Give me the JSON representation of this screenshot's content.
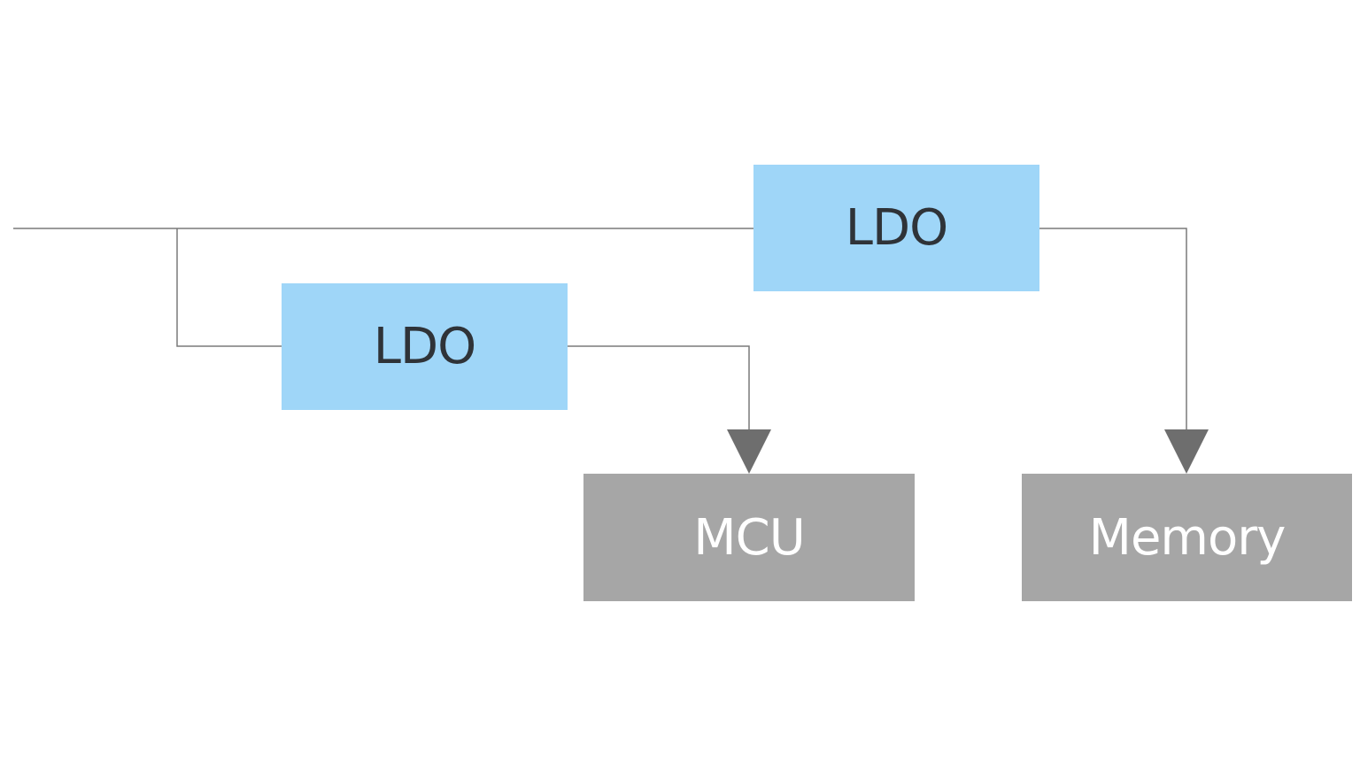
{
  "diagram": {
    "regulators": [
      {
        "label": "LDO"
      },
      {
        "label": "LDO"
      }
    ],
    "loads": [
      {
        "label": "MCU"
      },
      {
        "label": "Memory"
      }
    ],
    "colors": {
      "regulator_fill": "#9fd6f8",
      "regulator_text": "#2f3338",
      "load_fill": "#a6a6a6",
      "load_text": "#ffffff",
      "wire": "#7a7a7a",
      "arrow": "#6e6e6e"
    }
  }
}
